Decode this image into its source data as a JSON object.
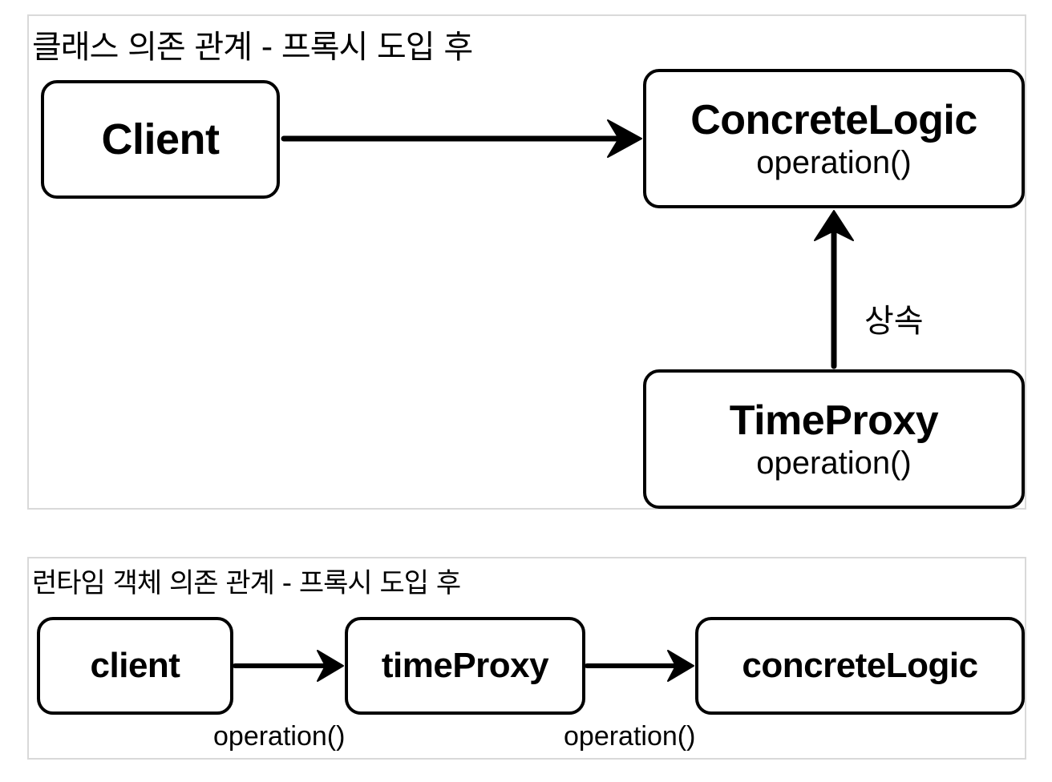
{
  "class_diagram": {
    "title": "클래스 의존 관계 - 프록시 도입 후",
    "client": {
      "name": "Client"
    },
    "concrete_logic": {
      "name": "ConcreteLogic",
      "method": "operation()"
    },
    "time_proxy": {
      "name": "TimeProxy",
      "method": "operation()"
    },
    "inheritance_label": "상속"
  },
  "runtime_diagram": {
    "title": "런타임 객체 의존 관계 - 프록시 도입 후",
    "client": {
      "name": "client"
    },
    "time_proxy": {
      "name": "timeProxy"
    },
    "concrete_logic": {
      "name": "concreteLogic"
    },
    "call_label_1": "operation()",
    "call_label_2": "operation()"
  },
  "colors": {
    "stroke": "#000000",
    "panel_border": "#d9d9d9",
    "background": "#ffffff"
  }
}
